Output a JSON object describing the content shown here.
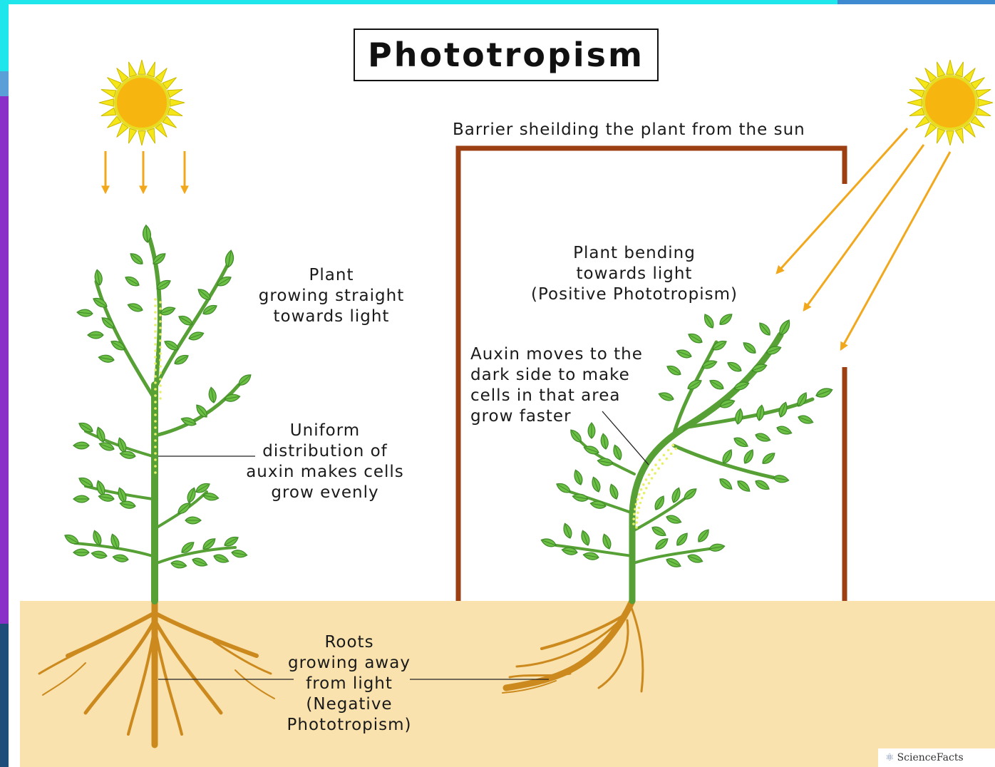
{
  "title": "Phototropism",
  "labels": {
    "barrier": "Barrier sheilding the plant from the sun",
    "straight": [
      "Plant",
      "growing straight",
      "towards light"
    ],
    "uniform": [
      "Uniform",
      "distribution of",
      "auxin makes cells",
      "grow evenly"
    ],
    "bending": [
      "Plant bending",
      "towards light",
      "(Positive Phototropism)"
    ],
    "auxin": [
      "Auxin moves to the",
      "dark side to make",
      "cells in that area",
      "grow faster"
    ],
    "roots": [
      "Roots",
      "growing away",
      "from light",
      "(Negative",
      "Phototropism)"
    ]
  },
  "watermark": "ScienceFacts",
  "colors": {
    "sun_rays": "#f5e61a",
    "sun_core": "#f6b60f",
    "light_arrows": "#f2a81c",
    "stem": "#57a036",
    "leaf": "#6cbf45",
    "auxin_dots": "#e8f06a",
    "roots": "#cc8a1e",
    "soil": "#f9e2ad",
    "barrier": "#9c3f12"
  }
}
